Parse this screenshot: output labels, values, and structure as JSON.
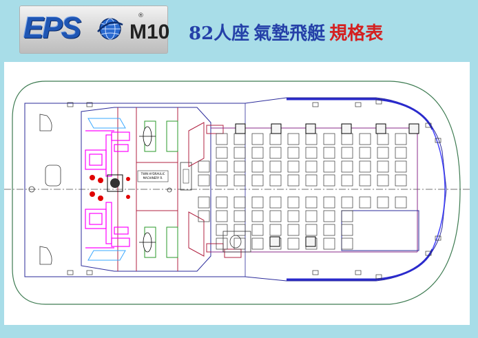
{
  "brand": {
    "logo_text": "EPS",
    "registered_mark": "®",
    "model": "M10"
  },
  "title": {
    "part1": "82人座",
    "part2": "氣墊飛艇",
    "part3": "規格表"
  },
  "plan": {
    "room_label_1": "TWIN HYDRAULIC",
    "room_label_2": "MACHINERY R."
  },
  "colors": {
    "background": "#a8dde8",
    "title_blue": "#2440a8",
    "title_red": "#d42020",
    "hull_line": "#3c7a50",
    "deck_line": "#2a2a9a",
    "bulkhead": "#b02040",
    "engine": "#ff00ff",
    "fan": "#ff0000"
  }
}
